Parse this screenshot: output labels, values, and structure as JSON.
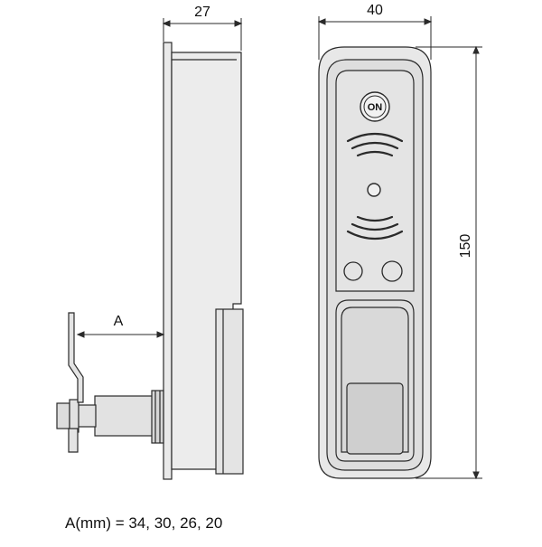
{
  "dimensions": {
    "depth": "27",
    "width": "40",
    "height": "150",
    "offset": "A"
  },
  "button": {
    "on_label": "ON"
  },
  "caption": {
    "text": "A(mm) = 34, 30, 26, 20"
  },
  "icons": {
    "power_button": "on-button-icon",
    "rfid_reader": "rfid-waves-icon",
    "indicator_led": "led-icon",
    "cam": "cam-lever-icon"
  },
  "colors": {
    "line": "#2a2a2a",
    "body_fill": "#e6e6e6",
    "face_fill": "#dcdcdc",
    "background": "#ffffff"
  }
}
